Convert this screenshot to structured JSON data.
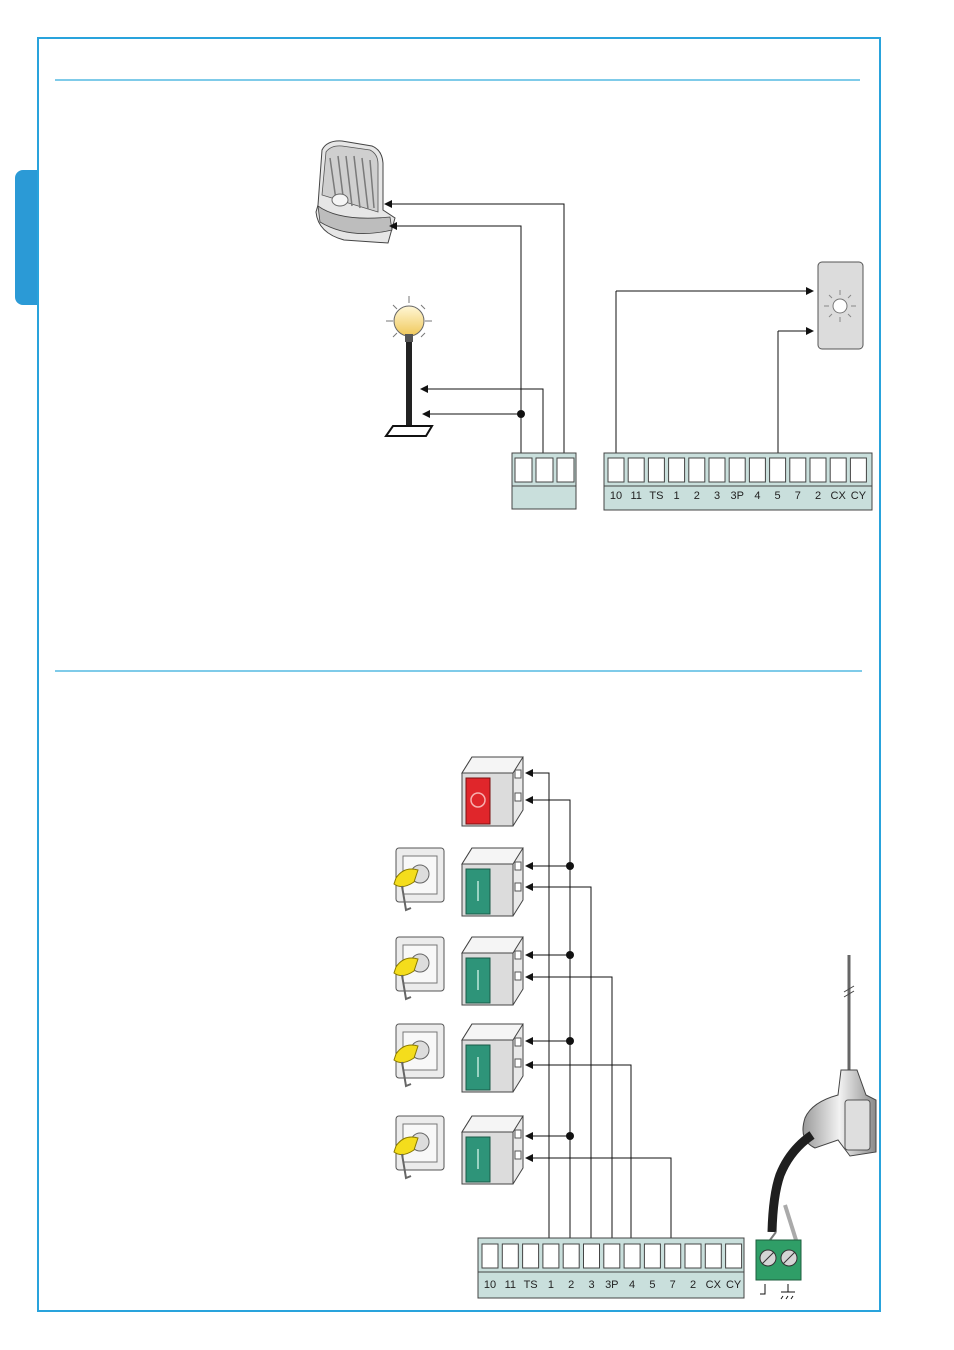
{
  "colors": {
    "frame": "#29a3dc",
    "rule": "#7fcbe9",
    "terminal": "#c9dfdc",
    "stop_button": "#e0262b",
    "start_button": "#2e9479",
    "key": "#f4dd1c"
  },
  "top_board": {
    "terminals": [
      "10",
      "11",
      "TS",
      "1",
      "2",
      "3",
      "3P",
      "4",
      "5",
      "7",
      "2",
      "CX",
      "CY"
    ]
  },
  "bottom_board": {
    "terminals": [
      "10",
      "11",
      "TS",
      "1",
      "2",
      "3",
      "3P",
      "4",
      "5",
      "7",
      "2",
      "CX",
      "CY"
    ]
  },
  "antenna_terminal": {
    "symbols": [
      "signal",
      "shield"
    ]
  },
  "icons": [
    "flashing-light-icon",
    "garden-lamp-icon",
    "courtesy-light-icon",
    "stop-button-icon",
    "key-switch-icon",
    "start-button-icon",
    "antenna-icon"
  ]
}
